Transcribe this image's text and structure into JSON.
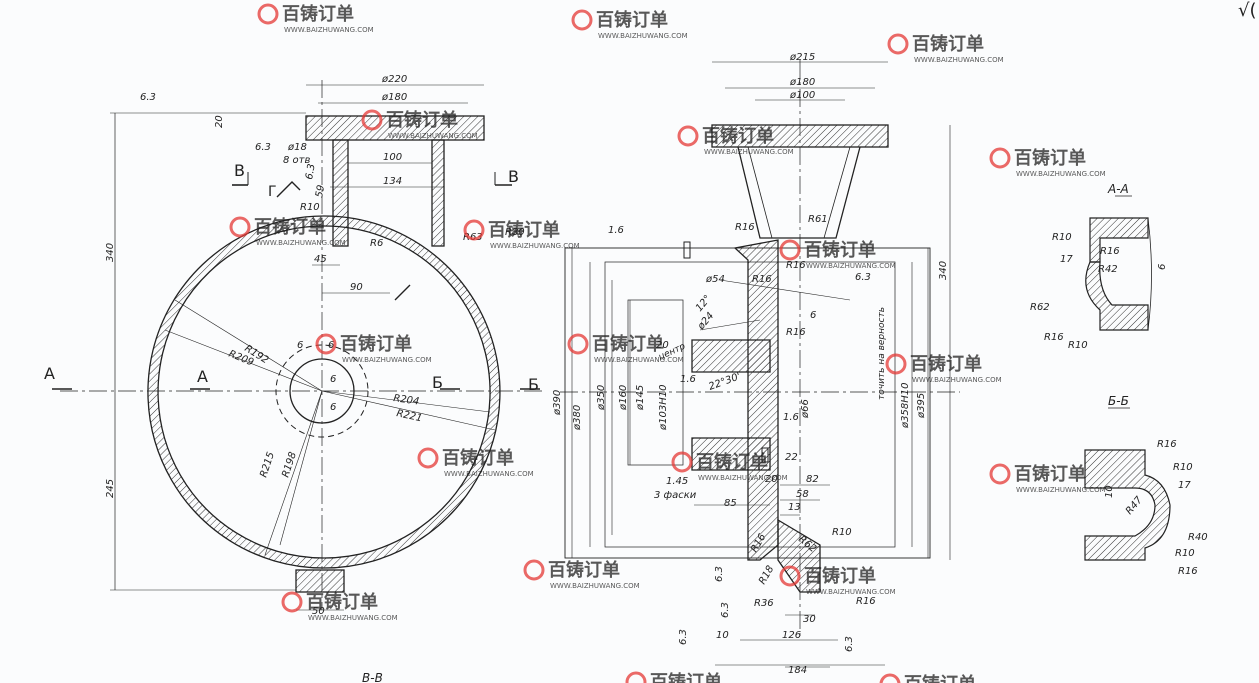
{
  "watermark": {
    "brand": "百铸订单",
    "url": "WWW.BAIZHUWANG.COM",
    "color": "#e53935"
  },
  "corner_mark": "√(",
  "left_view": {
    "dims": {
      "d220": "ø220",
      "d180": "ø180",
      "d18": "ø18",
      "holes": "8 отв",
      "w100": "100",
      "w134": "134",
      "h20": "20",
      "h340": "340",
      "h245": "245",
      "w45": "45",
      "w90": "90",
      "w50": "50",
      "r6": "R6",
      "r10": "R10",
      "r63": "R63",
      "r80": "R80",
      "r192": "R192",
      "r209": "R209",
      "r204": "R204",
      "r221": "R221",
      "r215": "R215",
      "r198": "R198",
      "six_a": "6",
      "six_b": "6",
      "six_c": "6",
      "six_d": "6",
      "fifty_nine": "59",
      "rough_a": "6.3",
      "rough_b": "6.3",
      "rough_c": "6.3"
    },
    "sections": {
      "v_left": "В",
      "v_right": "В",
      "g": "Г",
      "a": "А",
      "a2": "А",
      "b": "Б",
      "b2": "Б"
    }
  },
  "middle_view": {
    "dims": {
      "d215": "ø215",
      "d180": "ø180",
      "d100": "ø100",
      "r16a": "R16",
      "r61": "R61",
      "rough16": "1.6",
      "c54": "ø54",
      "r16b": "R16",
      "d63": "6.3",
      "h340": "340",
      "a12": "12°",
      "d24": "ø24",
      "r16c": "R16",
      "six": "6",
      "twenty": "20",
      "center": "центр",
      "note": "точить на верность",
      "angle": "22°30'",
      "d390": "ø390",
      "d380": "ø380",
      "d350": "ø350",
      "d160": "ø160",
      "d145": "ø145",
      "d103": "ø103H10",
      "d358": "ø358H10",
      "d395": "ø395",
      "r16d": "R16",
      "d66": "ø66",
      "rough16b": "1.6",
      "c145": "1.45",
      "faces": "3 фаски",
      "w85": "85",
      "w20": "20",
      "w22": "22",
      "w82": "82",
      "w58": "58",
      "w13": "13",
      "r10": "R10",
      "r62": "R62",
      "r16e": "R16",
      "r36": "R36",
      "r16f": "R16",
      "r18": "R18",
      "w30": "30",
      "w10": "10",
      "w126": "126",
      "w184": "184",
      "rough63a": "6.3",
      "rough63b": "6.3",
      "rough63c": "6.3",
      "rough63d": "6.3"
    }
  },
  "section_aa": {
    "title": "А-А",
    "r10": "R10",
    "r16": "R16",
    "r17": "17",
    "r42": "R42",
    "r62": "R62",
    "r16b": "R16",
    "r10b": "R10",
    "six": "6"
  },
  "section_bb": {
    "title": "Б-Б",
    "r16": "R16",
    "r10": "R10",
    "r17": "17",
    "r47": "R47",
    "ten": "10",
    "r40": "R40",
    "r10b": "R10",
    "r16b": "R16"
  },
  "bottom_label": "В-В"
}
